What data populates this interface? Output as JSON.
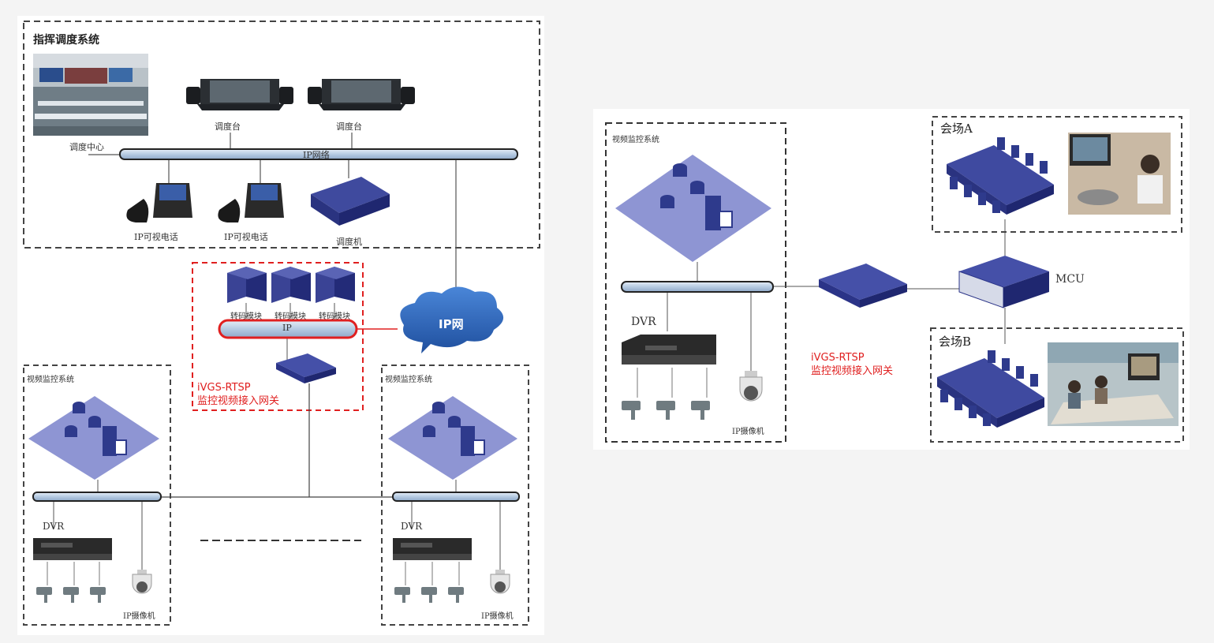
{
  "left": {
    "command_box_title": "指挥调度系统",
    "dispatch_center": "调度中心",
    "console_1": "调度台",
    "console_2": "调度台",
    "ip_bus": "IP网络",
    "ip_phone_1": "IP可视电话",
    "ip_phone_2": "IP可视电话",
    "dispatcher": "调度机",
    "transcode_1": "转码模块",
    "transcode_2": "转码模块",
    "transcode_3": "转码模块",
    "ip_pipe": "IP",
    "gateway_line1": "iVGS-RTSP",
    "gateway_line2": "监控视频接入网关",
    "cloud": "IP网",
    "video_box_1": "视频监控系统",
    "video_box_2": "视频监控系统",
    "dvr_1": "DVR",
    "dvr_2": "DVR",
    "ip_camera_1": "IP摄像机",
    "ip_camera_2": "IP摄像机"
  },
  "right": {
    "video_box": "视频监控系统",
    "dvr": "DVR",
    "ip_camera": "IP摄像机",
    "venue_a": "会场A",
    "venue_b": "会场B",
    "mcu": "MCU",
    "gateway_line1": "iVGS-RTSP",
    "gateway_line2": "监控视频接入网关"
  },
  "colors": {
    "bus_fill": "#c8d8ea",
    "device_blue": "#2e3a8c",
    "iso_plane": "#8e95d3",
    "red_accent": "#e02020",
    "cloud": "#2f63b6"
  }
}
